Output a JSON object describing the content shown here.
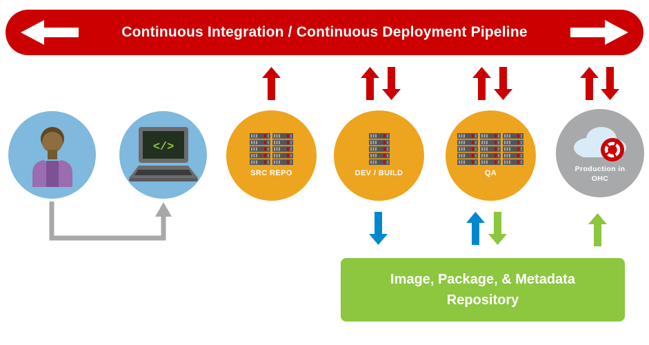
{
  "banner": {
    "title": "Continuous Integration / Continuous Deployment Pipeline"
  },
  "nodes": [
    {
      "id": "developer",
      "label": "",
      "icon": "person-icon"
    },
    {
      "id": "workstation",
      "label": "",
      "icon": "laptop-code-icon"
    },
    {
      "id": "src-repo",
      "label": "SRC REPO",
      "icon": "server-stack-icon"
    },
    {
      "id": "dev-build",
      "label": "DEV / BUILD",
      "icon": "server-icon"
    },
    {
      "id": "qa",
      "label": "QA",
      "icon": "server-stack-icon"
    },
    {
      "id": "production",
      "label": "Production in OHC",
      "icon": "cloud-openshift-icon"
    }
  ],
  "laptop": {
    "code_glyph": "</>"
  },
  "repository_box": {
    "label": "Image, Package, & Metadata Repository"
  },
  "arrows": {
    "pipeline_top": [
      {
        "node": "SRC REPO",
        "up": true,
        "down": false,
        "color": "#cc0000"
      },
      {
        "node": "DEV / BUILD",
        "up": true,
        "down": true,
        "color": "#cc0000"
      },
      {
        "node": "QA",
        "up": true,
        "down": true,
        "color": "#cc0000"
      },
      {
        "node": "Production in OHC",
        "up": true,
        "down": true,
        "color": "#cc0000"
      }
    ],
    "repository_bottom": [
      {
        "node": "DEV / BUILD",
        "direction": "down",
        "color": "#0088ce"
      },
      {
        "node": "QA",
        "direction": "up",
        "color": "#0088ce"
      },
      {
        "node": "QA",
        "direction": "down",
        "color": "#8dc63f"
      },
      {
        "node": "Production in OHC",
        "direction": "up",
        "color": "#8dc63f"
      }
    ],
    "developer_to_workstation": {
      "shape": "elbow-up",
      "color": "#a7a8aa"
    }
  },
  "colors": {
    "banner_red": "#cc0000",
    "arrow_red": "#cc0000",
    "node_blue": "#7fb9dd",
    "node_amber": "#eda41e",
    "node_gray": "#a8a9ab",
    "arrow_blue": "#0088ce",
    "arrow_green": "#8dc63f",
    "repository_green": "#8dc63f",
    "connector_gray": "#a7a8aa"
  }
}
